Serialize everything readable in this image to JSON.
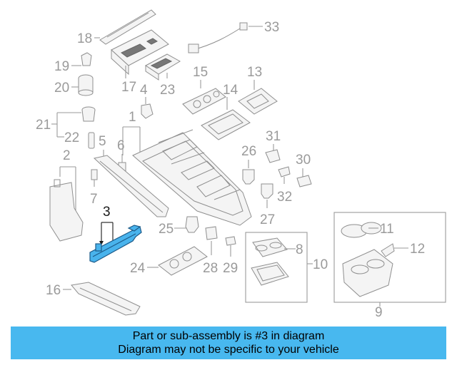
{
  "diagram": {
    "callouts": [
      "1",
      "2",
      "3",
      "4",
      "5",
      "6",
      "7",
      "8",
      "9",
      "10",
      "11",
      "12",
      "13",
      "14",
      "15",
      "16",
      "17",
      "18",
      "19",
      "20",
      "21",
      "22",
      "23",
      "24",
      "25",
      "26",
      "27",
      "28",
      "29",
      "30",
      "31",
      "32",
      "33"
    ],
    "highlighted_part": "3",
    "accent_color": "#48b8ef",
    "highlight_part_color": "#49b3ec"
  },
  "banner": {
    "line1": "Part or sub-assembly is #3 in diagram",
    "line2": "Diagram may not be specific to your vehicle"
  }
}
